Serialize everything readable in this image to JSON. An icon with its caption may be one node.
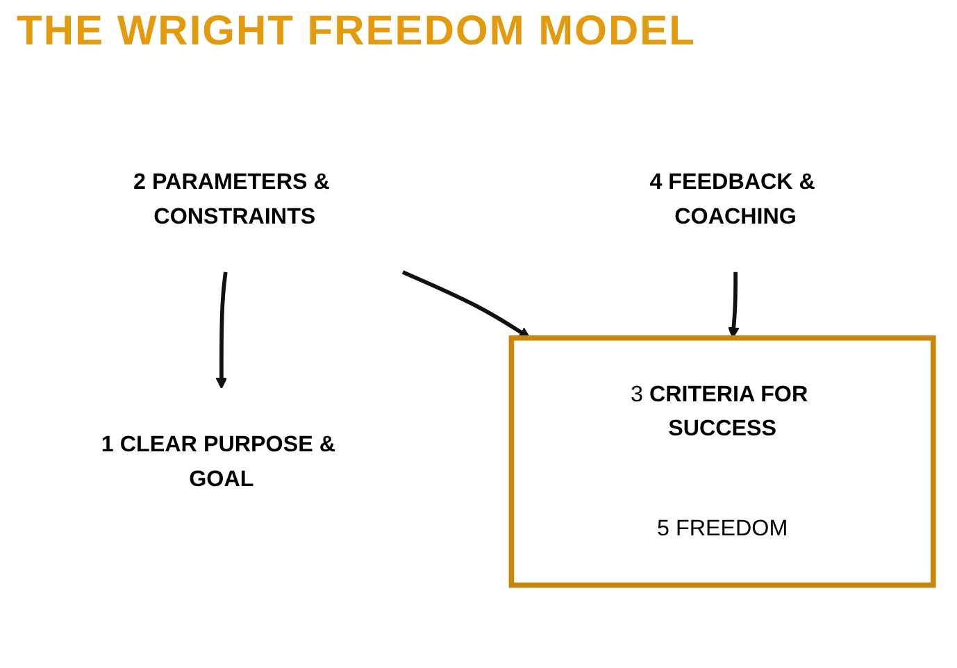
{
  "diagram": {
    "title": "THE WRIGHT FREEDOM MODEL",
    "nodes": [
      {
        "text": [
          "1",
          "CLEAR PURPOSE & GOAL"
        ]
      },
      {
        "text": [
          "3",
          "CRITERIA FOR SUCCESS",
          "5",
          "FREEDOM"
        ]
      },
      {
        "text": [
          "2",
          "PARAMETERS & CONSTRAINTS"
        ]
      },
      {
        "text": [
          "4",
          "FEEDBACK & COACHING"
        ]
      }
    ],
    "edges": [
      {
        "from": 2,
        "to": 0,
        "arrow": "to"
      },
      {
        "from": 2,
        "to": 1,
        "arrow": "to"
      },
      {
        "from": 3,
        "to": 1,
        "arrow": "to"
      }
    ]
  }
}
